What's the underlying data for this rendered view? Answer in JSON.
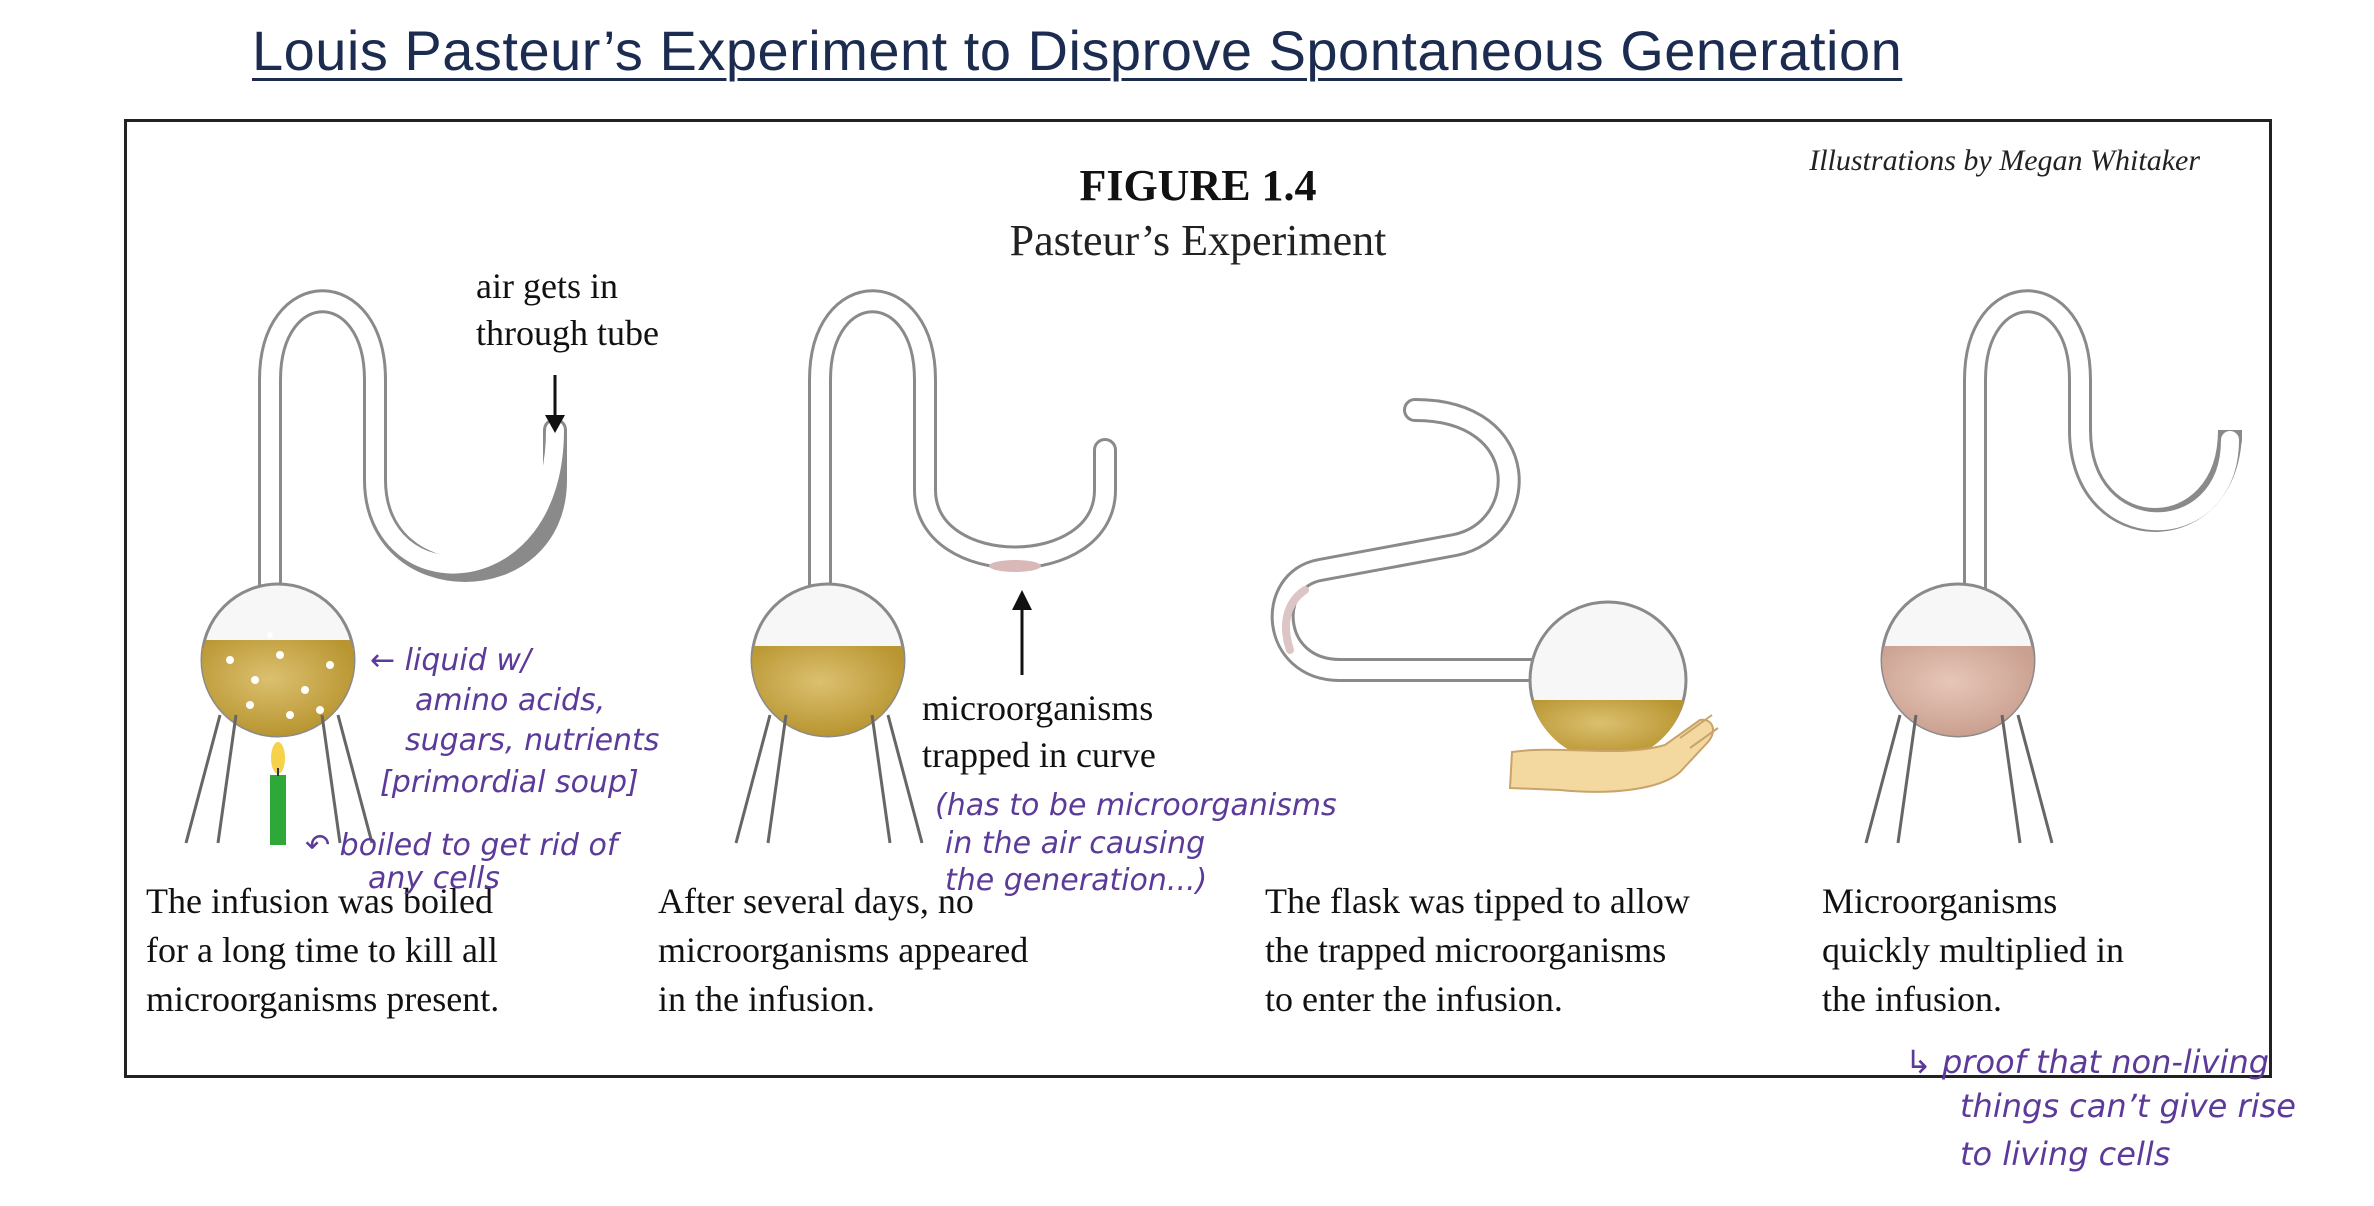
{
  "slide": {
    "title": "Louis Pasteur’s Experiment to Disprove Spontaneous Generation"
  },
  "figure": {
    "number": "FIGURE 1.4",
    "subtitle": "Pasteur’s Experiment",
    "credit": "Illustrations by Megan Whitaker",
    "callout_air": [
      "air gets in",
      "through tube"
    ],
    "callout_trapped": [
      "microorganisms",
      "trapped in curve"
    ],
    "captions": [
      [
        "The infusion was boiled",
        "for a long time to kill all",
        "microorganisms present."
      ],
      [
        "After several days, no",
        "microorganisms appeared",
        "in the infusion."
      ],
      [
        "The flask was tipped to allow",
        "the trapped microorganisms",
        "to enter the infusion."
      ],
      [
        "Microorganisms",
        "quickly multiplied in",
        "the infusion."
      ]
    ]
  },
  "handwritten": {
    "liquid_note": [
      "← liquid w/",
      "amino acids,",
      "sugars, nutrients",
      "[primordial soup]"
    ],
    "boiled_note": [
      "↶ boiled to get rid of",
      "any cells"
    ],
    "air_note": [
      "(has to be microorganisms",
      "in the air causing",
      "the generation...)"
    ],
    "proof_note": [
      "↳ proof that non-living",
      "things can’t give rise",
      "to living cells"
    ]
  },
  "colors": {
    "title": "#1c2c50",
    "liquid_gold": "#c9a93f",
    "liquid_pink": "#d8b2a2",
    "candle": "#2fa83a",
    "flame": "#f6d24a",
    "hand": "#f3d9a0",
    "ink": "#5b3a9a",
    "tube": "#8a8a8a"
  }
}
